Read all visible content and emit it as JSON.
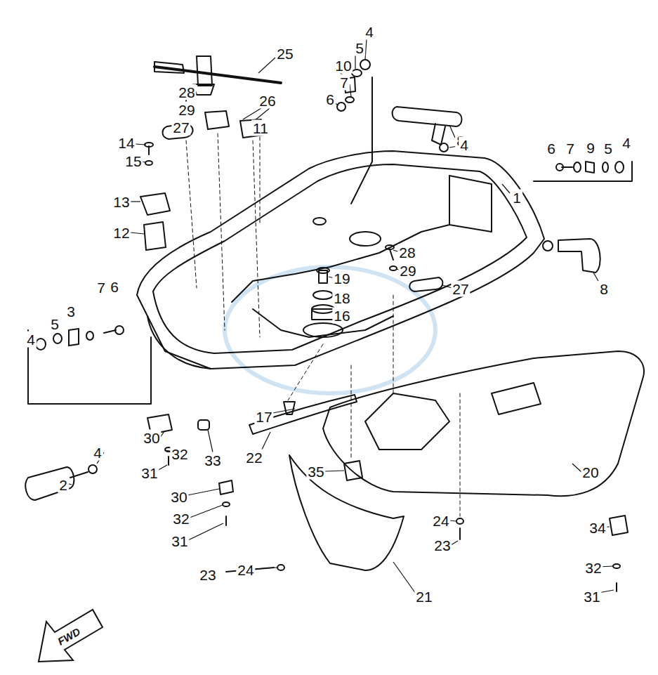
{
  "diagram": {
    "labels": [
      "4",
      "25",
      "5",
      "10",
      "28",
      "26",
      "7",
      "6",
      "29",
      "11",
      "8",
      "27",
      "14",
      "4",
      "15",
      "6",
      "7",
      "9",
      "5",
      "4",
      "1",
      "13",
      "12",
      "28",
      "19",
      "29",
      "18",
      "27",
      "8",
      "16",
      "7",
      "6",
      "3",
      "5",
      "4",
      "17",
      "30",
      "4",
      "32",
      "33",
      "22",
      "35",
      "20",
      "2",
      "31",
      "30",
      "32",
      "24",
      "34",
      "31",
      "23",
      "24",
      "32",
      "23",
      "21",
      "31",
      "FWD"
    ]
  }
}
